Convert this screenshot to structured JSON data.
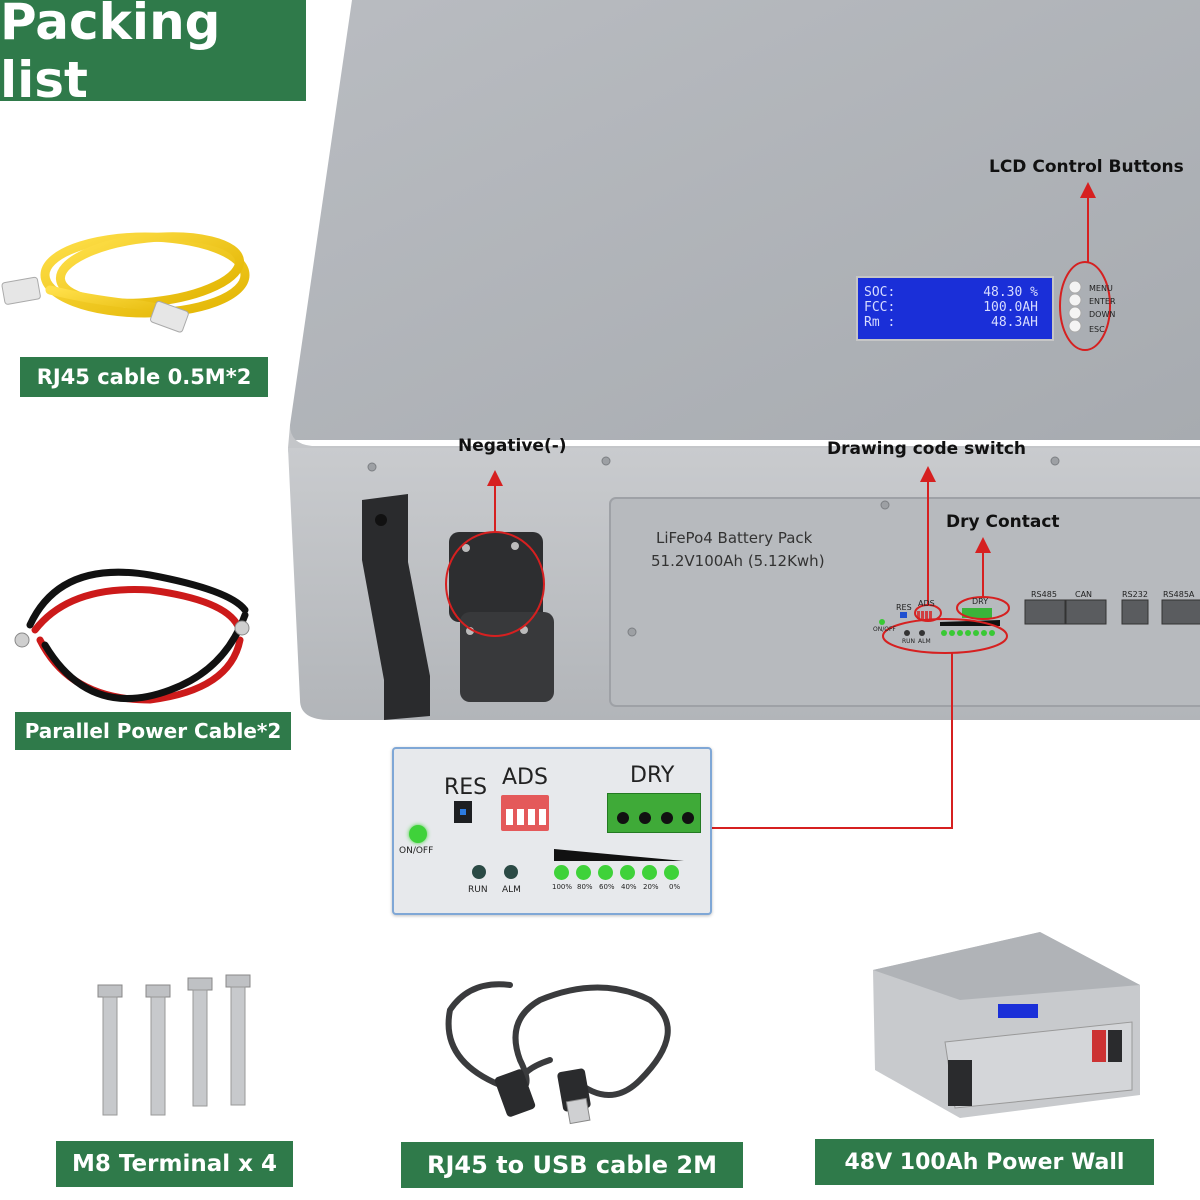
{
  "title": "Packing list",
  "items": {
    "rj45_cable": "RJ45 cable 0.5M*2",
    "parallel_cable": "Parallel Power Cable*2",
    "m8_terminal": "M8 Terminal x 4",
    "rj45_usb": "RJ45 to USB cable 2M",
    "power_wall": "48V 100Ah Power Wall"
  },
  "callouts": {
    "lcd_buttons": "LCD Control Buttons",
    "negative": "Negative(-)",
    "drawing_code": "Drawing code switch",
    "dry_contact": "Dry Contact"
  },
  "lcd": {
    "rows": [
      {
        "key": "SOC:",
        "value": "48.30 %"
      },
      {
        "key": "FCC:",
        "value": "100.0AH"
      },
      {
        "key": "Rm :",
        "value": "48.3AH"
      }
    ],
    "buttons": [
      "MENU",
      "ENTER",
      "DOWN",
      "ESC"
    ]
  },
  "panel": {
    "line1": "LiFePo4 Battery Pack",
    "line2": "51.2V100Ah  (5.12Kwh)",
    "ports": [
      "RS485",
      "CAN",
      "RS232",
      "RS485A"
    ],
    "res": "RES",
    "ads": "ADS",
    "dry": "DRY",
    "onoff": "ON/OFF",
    "run": "RUN",
    "alm": "ALM"
  },
  "zoom": {
    "res": "RES",
    "ads": "ADS",
    "dry": "DRY",
    "onoff": "ON/OFF",
    "run": "RUN",
    "alm": "ALM",
    "levels": [
      "100%",
      "80%",
      "60%",
      "40%",
      "20%",
      "0%"
    ]
  },
  "colors": {
    "label_green": "#2f7a4a",
    "callout_red": "#d62020",
    "lcd_blue": "#1a2fd8",
    "led_green": "#3fd23a"
  }
}
